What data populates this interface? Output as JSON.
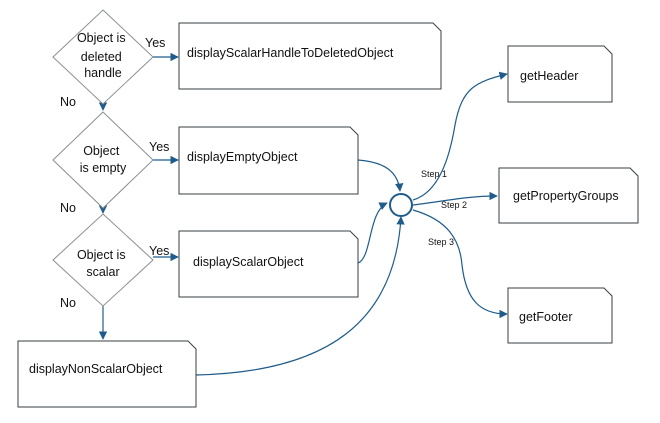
{
  "decisions": [
    {
      "id": "deleted",
      "lines": [
        "Object is",
        "deleted",
        "handle"
      ]
    },
    {
      "id": "empty",
      "lines": [
        "Object",
        "is empty"
      ]
    },
    {
      "id": "scalar",
      "lines": [
        "Object is",
        "scalar"
      ]
    }
  ],
  "actions": {
    "deleted": "displayScalarHandleToDeletedObject",
    "empty": "displayEmptyObject",
    "scalar": "displayScalarObject",
    "nonscalar": "displayNonScalarObject"
  },
  "edge_labels": {
    "yes1": "Yes",
    "yes2": "Yes",
    "yes3": "Yes",
    "no1": "No",
    "no2": "No",
    "no3": "No"
  },
  "steps": {
    "step1": "Step 1",
    "step2": "Step 2",
    "step3": "Step 3"
  },
  "outputs": {
    "header": "getHeader",
    "groups": "getPropertyGroups",
    "footer": "getFooter"
  }
}
